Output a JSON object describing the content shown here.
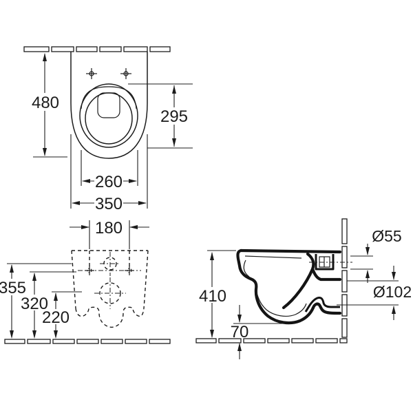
{
  "drawing": {
    "type": "technical-dimension-drawing",
    "subject": "wall-hung-toilet",
    "line_color": "#1c1c1c",
    "background": "#ffffff",
    "views": {
      "top": {
        "dims": {
          "overall_depth": "480",
          "seat_depth": "295",
          "seat_width": "260",
          "overall_width": "350"
        }
      },
      "rear": {
        "dims": {
          "fixing_hole_spacing": "180",
          "inlet_height": "355",
          "fixing_hole_height": "320",
          "outlet_height": "220"
        }
      },
      "side": {
        "dims": {
          "overall_height": "410",
          "floor_clearance": "70",
          "inlet_diameter": "Ø55",
          "outlet_diameter": "Ø102"
        }
      }
    }
  }
}
